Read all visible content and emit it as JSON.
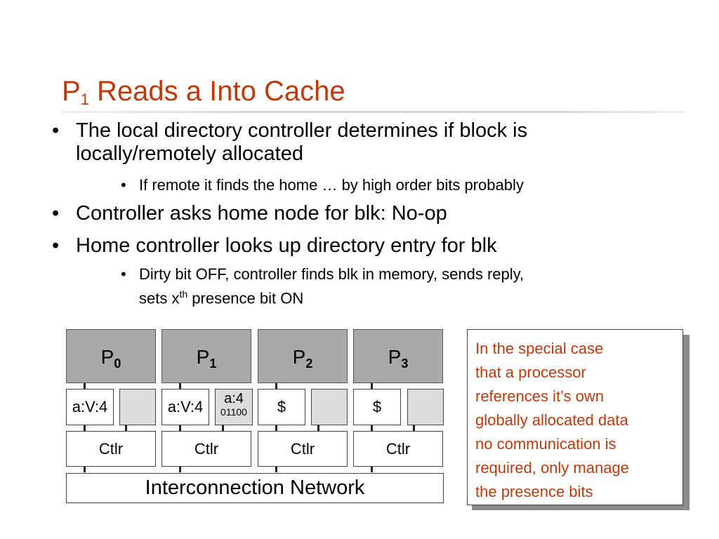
{
  "title": {
    "main": "P",
    "sub": "1",
    "rest": " Reads a Into Cache"
  },
  "bullets": [
    {
      "level": 1,
      "lines": [
        "The local directory controller determines if block is",
        "locally/remotely allocated"
      ]
    },
    {
      "level": 2,
      "lines": [
        "If remote it finds the home … by high order bits probably"
      ]
    },
    {
      "level": 1,
      "lines": [
        "Controller asks home node for blk: No-op"
      ]
    },
    {
      "level": 1,
      "lines": [
        "Home controller looks up directory entry for blk"
      ]
    },
    {
      "level": 2,
      "line1": "Dirty bit OFF, controller finds blk in memory, sends reply,",
      "line2_pre": "sets x",
      "line2_sup": "th",
      "line2_post": " presence bit ON"
    }
  ],
  "diagram": {
    "processors": [
      {
        "label": "P",
        "index": "0"
      },
      {
        "label": "P",
        "index": "1"
      },
      {
        "label": "P",
        "index": "2"
      },
      {
        "label": "P",
        "index": "3"
      }
    ],
    "caches": [
      "a:V:4",
      "a:V:4",
      "$",
      "$"
    ],
    "directory_entry": {
      "top": "a:4",
      "bottom": "01100"
    },
    "controller_label": "Ctlr",
    "network_label": "Interconnection Network"
  },
  "note": {
    "lines": [
      "In the special case",
      "that a processor",
      "references it’s own",
      "globally allocated data",
      "no communication is",
      "required, only manage",
      "the presence bits"
    ]
  }
}
